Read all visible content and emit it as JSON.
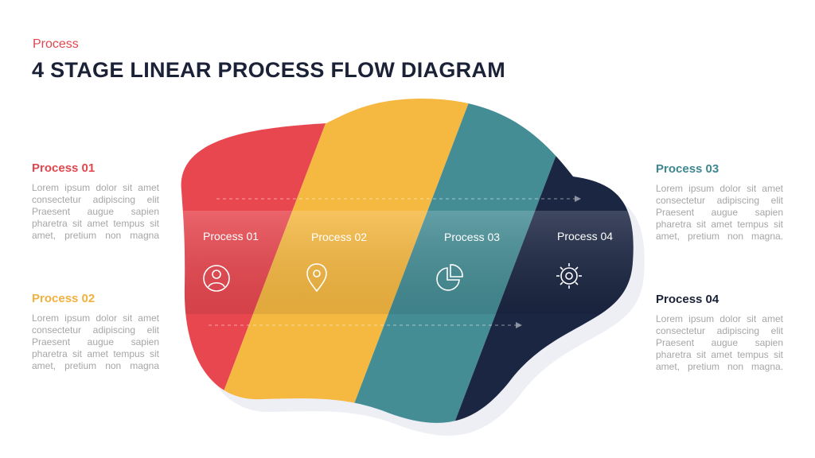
{
  "header": {
    "eyebrow": "Process",
    "title": "4 STAGE LINEAR PROCESS FLOW DIAGRAM"
  },
  "colors": {
    "red": "#e8474f",
    "yellow": "#f5b841",
    "teal": "#458d95",
    "navy": "#1b2642",
    "title": "#1b2238",
    "body_text": "#a6a6a6"
  },
  "stages": [
    {
      "label": "Process 01",
      "icon": "user-icon"
    },
    {
      "label": "Process 02",
      "icon": "location-pin-icon"
    },
    {
      "label": "Process 03",
      "icon": "pie-chart-icon"
    },
    {
      "label": "Process 04",
      "icon": "gear-icon"
    }
  ],
  "descriptions": [
    {
      "heading": "Process 01",
      "lines": [
        "Lorem ipsum dolor sit amet",
        "consectetur adipiscing elit",
        "Praesent augue sapien",
        "pharetra sit amet tempus sit",
        "amet, pretium non magna"
      ]
    },
    {
      "heading": "Process 02",
      "lines": [
        "Lorem ipsum dolor sit amet",
        "consectetur adipiscing elit",
        "Praesent augue sapien",
        "pharetra sit amet tempus sit",
        "amet, pretium non magna"
      ]
    },
    {
      "heading": "Process 03",
      "lines": [
        "Lorem ipsum dolor sit amet",
        "consectetur adipiscing elit",
        "Praesent augue sapien",
        "pharetra sit amet tempus sit",
        "amet, pretium non magna."
      ]
    },
    {
      "heading": "Process 04",
      "lines": [
        "Lorem ipsum dolor sit amet",
        "consectetur adipiscing elit",
        "Praesent augue sapien",
        "pharetra sit amet tempus sit",
        "amet, pretium non magna."
      ]
    }
  ]
}
